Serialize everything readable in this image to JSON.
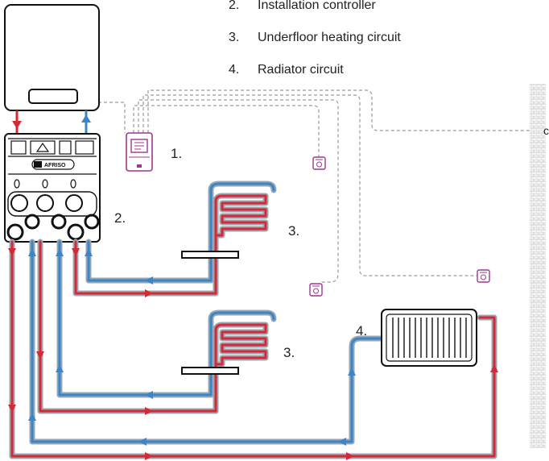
{
  "legend": {
    "items": [
      {
        "number": "2.",
        "text": "Installation controller"
      },
      {
        "number": "3.",
        "text": "Underfloor heating circuit"
      },
      {
        "number": "4.",
        "text": "Radiator circuit"
      }
    ]
  },
  "callouts": {
    "controller": "1.",
    "station": "2.",
    "floor_circuit_upper": "3.",
    "floor_circuit_lower": "3.",
    "radiator": "4."
  },
  "station": {
    "brand": "AFRISO"
  },
  "wall_fragment": "c",
  "colors": {
    "flow": "#d42a35",
    "return": "#3b86c9",
    "pipe_casing": "#9aa7b3",
    "controller": "#a0358f",
    "wiring": "#9a9a9a",
    "outline": "#111111"
  }
}
